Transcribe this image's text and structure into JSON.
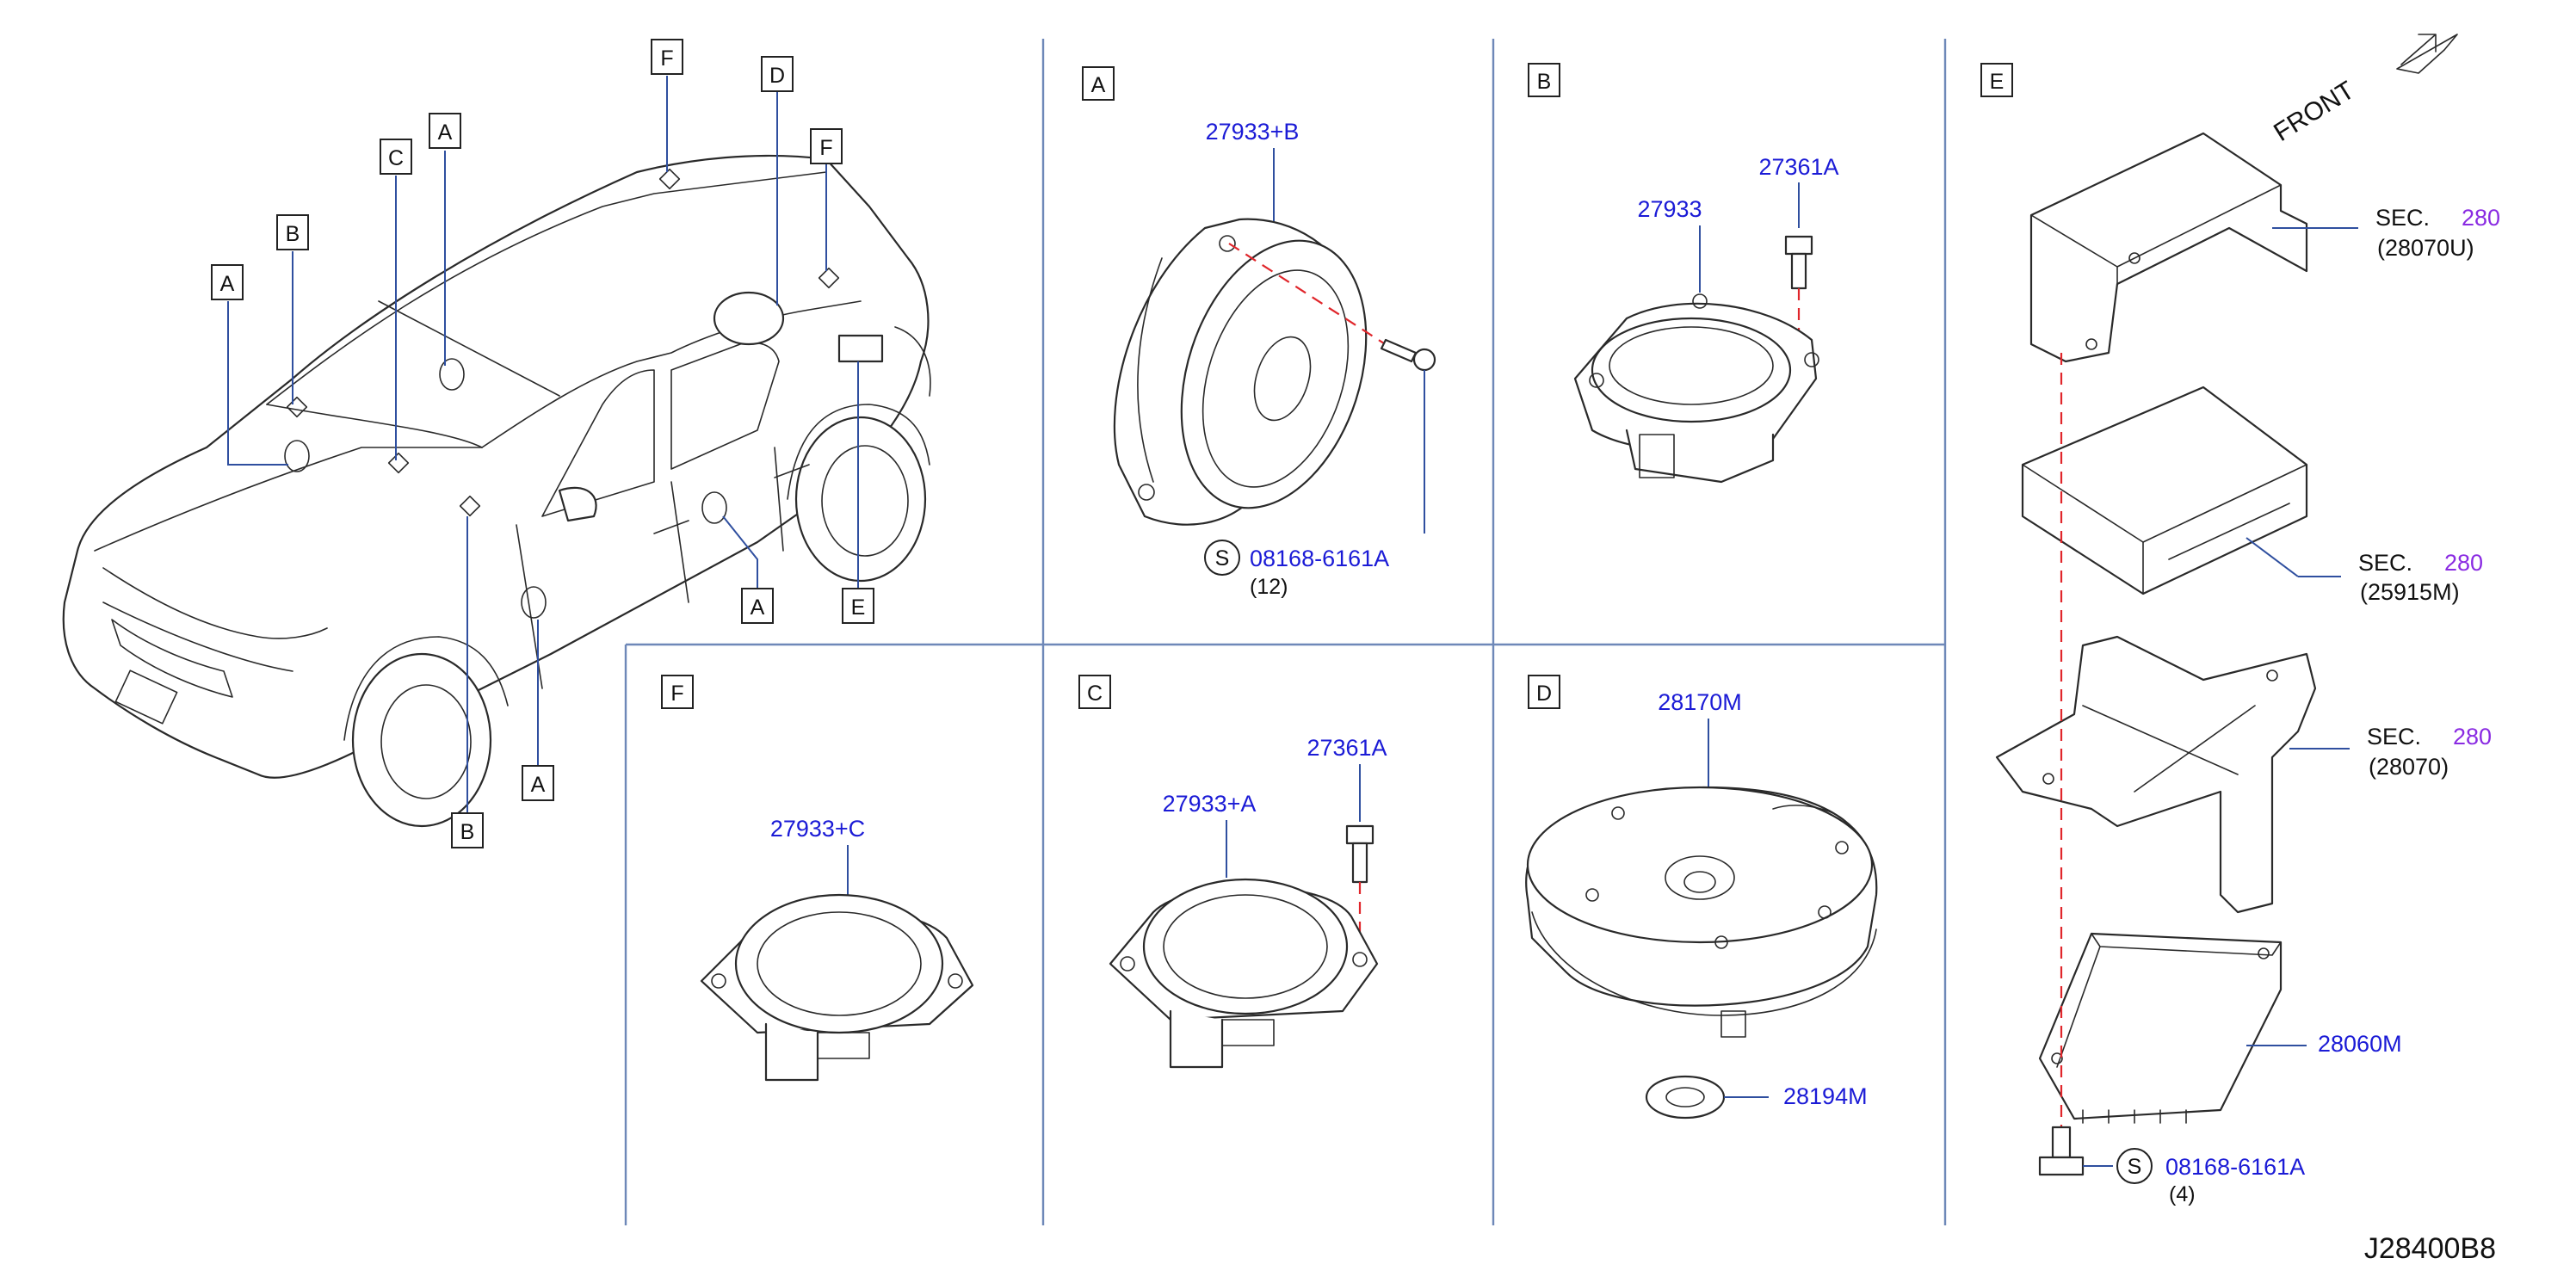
{
  "diagram_code": "J28400B8",
  "front_label": "FRONT",
  "car_overview": {
    "callouts": [
      "A",
      "B",
      "C",
      "A",
      "F",
      "D",
      "F",
      "A",
      "E",
      "A",
      "B"
    ]
  },
  "panels": {
    "A": {
      "tag": "A",
      "parts": [
        {
          "part_no": "27933+B"
        },
        {
          "symbol": "S",
          "part_no": "08168-6161A",
          "qty": "(12)"
        }
      ]
    },
    "B": {
      "tag": "B",
      "parts": [
        {
          "part_no": "27933"
        },
        {
          "part_no": "27361A"
        }
      ]
    },
    "E": {
      "tag": "E",
      "parts": [
        {
          "sec_label": "SEC.",
          "sec_no": "280",
          "ref": "(28070U)"
        },
        {
          "sec_label": "SEC.",
          "sec_no": "280",
          "ref": "(25915M)"
        },
        {
          "sec_label": "SEC.",
          "sec_no": "280",
          "ref": "(28070)"
        },
        {
          "part_no": "28060M"
        },
        {
          "symbol": "S",
          "part_no": "08168-6161A",
          "qty": "(4)"
        }
      ]
    },
    "F": {
      "tag": "F",
      "parts": [
        {
          "part_no": "27933+C"
        }
      ]
    },
    "C": {
      "tag": "C",
      "parts": [
        {
          "part_no": "27361A"
        },
        {
          "part_no": "27933+A"
        }
      ]
    },
    "D": {
      "tag": "D",
      "parts": [
        {
          "part_no": "28170M"
        },
        {
          "part_no": "28194M"
        }
      ]
    }
  },
  "colors": {
    "part_number": "#1b1bd6",
    "section_number": "#8a2be2",
    "divider": "#6e88b8",
    "dashed_alignment": "#e0262b"
  }
}
